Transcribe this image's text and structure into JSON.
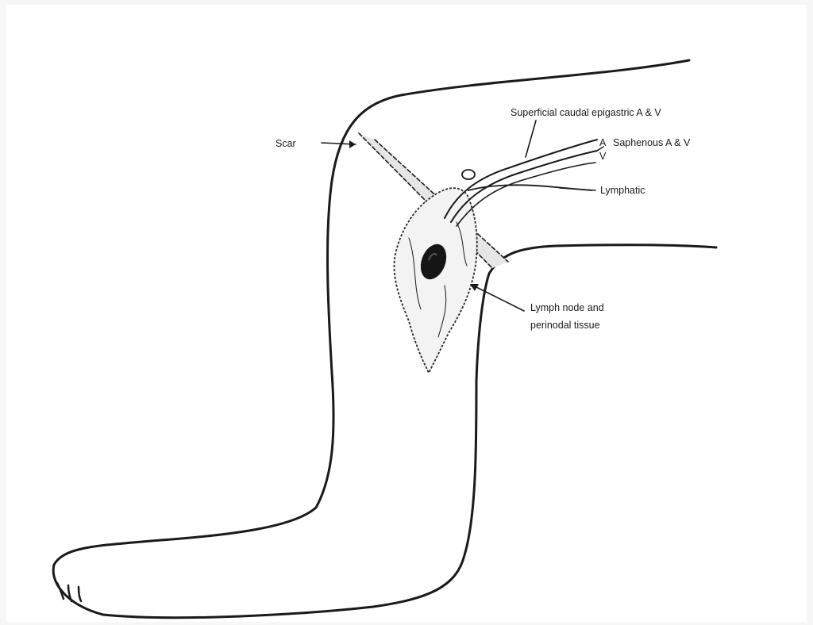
{
  "labels": {
    "scar": "Scar",
    "superficial_caudal_epigastric": "Superficial caudal epigastric A & V",
    "artery_marker": "A",
    "saphenous": "Saphenous A & V",
    "vein_marker": "V",
    "lymphatic": "Lymphatic",
    "lymph_node_line1": "Lymph node and",
    "lymph_node_line2": "perinodal tissue"
  },
  "colors": {
    "ink": "#1a1a1a",
    "background": "#f7f7f7",
    "node": "#151515"
  }
}
